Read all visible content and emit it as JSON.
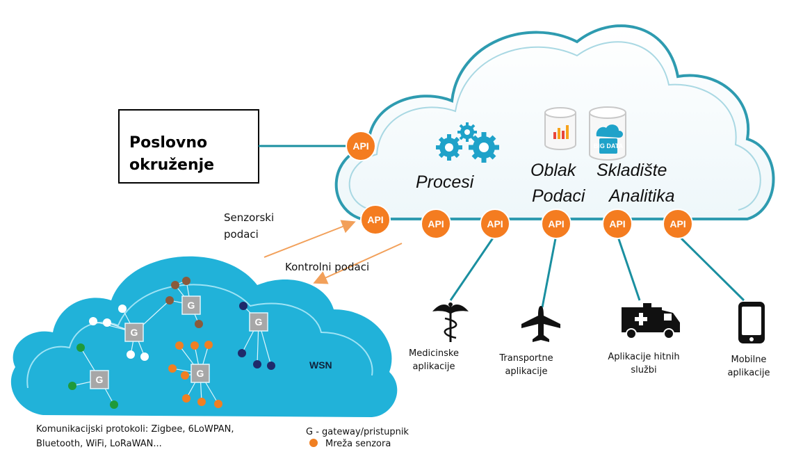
{
  "business": {
    "label_line1": "Poslovno",
    "label_line2": "okruženje"
  },
  "cloud": {
    "label_processes": "Procesi",
    "label_cloud": "Oblak",
    "label_data": "Podaci",
    "label_storage": "Skladište",
    "label_analytics": "Analitika",
    "big_data_icon_text": "BIG DATA"
  },
  "api_label": "API",
  "arrows": {
    "sensor_data_line1": "Senzorski",
    "sensor_data_line2": "podaci",
    "control_data": "Kontrolni podaci"
  },
  "applications": [
    {
      "icon": "caduceus-icon",
      "line1": "Medicinske",
      "line2": "aplikacije"
    },
    {
      "icon": "airplane-icon",
      "line1": "Transportne",
      "line2": "aplikacije"
    },
    {
      "icon": "ambulance-icon",
      "line1": "Aplikacije hitnih",
      "line2": "službi"
    },
    {
      "icon": "mobile-phone-icon",
      "line1": "Mobilne",
      "line2": "aplikacije"
    }
  ],
  "wsn": {
    "label": "WSN",
    "gateway_label": "G"
  },
  "footer": {
    "protocols_line1": "Komunikacijski protokoli: Zigbee, 6LoWPAN,",
    "protocols_line2": "Bluetooth, WiFi, LoRaWAN...",
    "legend_gateway": "G - gateway/pristupnik",
    "legend_sensor": "Mreža senzora"
  },
  "colors": {
    "api_orange": "#f47c20",
    "cloud_teal": "#2e9bb0",
    "wsn_blue": "#21b2d9",
    "link_teal": "#1a8fa0",
    "arrow_orange": "#f2a05a",
    "gateway_gray": "#a7a7a7",
    "node_brown": "#8a5a3c",
    "node_white": "#ffffff",
    "node_navy": "#1f2a6b",
    "node_green": "#1f9a3a",
    "node_orange": "#f07f22"
  }
}
